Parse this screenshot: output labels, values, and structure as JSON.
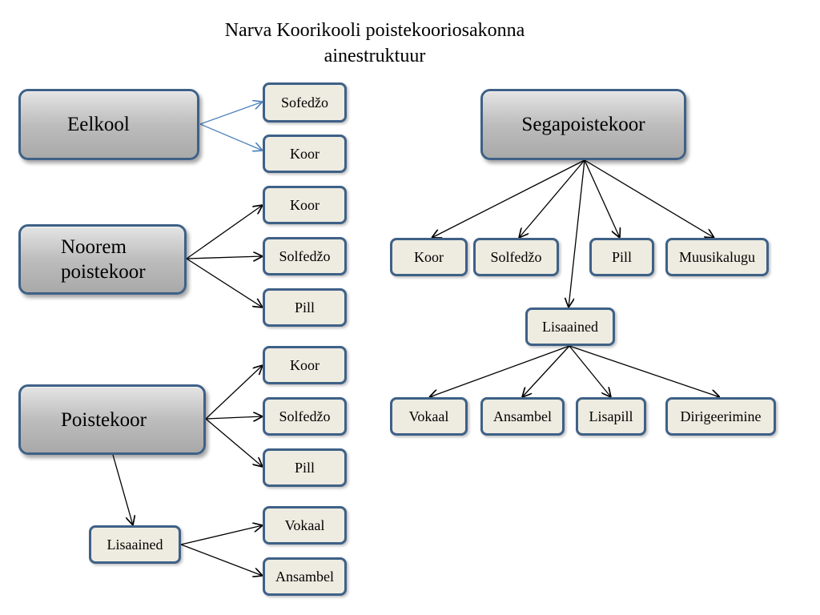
{
  "title": {
    "line1": "Narva Koorikooli poistekooriosakonna",
    "line2": "ainestruktuur"
  },
  "eelkool": {
    "label": "Eelkool",
    "children": [
      "Sofedžo",
      "Koor"
    ]
  },
  "noorem": {
    "label_line1": "Noorem",
    "label_line2": "poistekoor",
    "children": [
      "Koor",
      "Solfedžo",
      "Pill"
    ]
  },
  "poistekoor": {
    "label": "Poistekoor",
    "children": [
      "Koor",
      "Solfedžo",
      "Pill"
    ],
    "lisaained": {
      "label": "Lisaained",
      "children": [
        "Vokaal",
        "Ansambel"
      ]
    }
  },
  "segapoistekoor": {
    "label": "Segapoistekoor",
    "children": [
      "Koor",
      "Solfedžo",
      "Pill",
      "Muusikalugu"
    ],
    "lisaained": {
      "label": "Lisaained",
      "children": [
        "Vokaal",
        "Ansambel",
        "Lisapill",
        "Dirigeerimine"
      ]
    }
  },
  "colors": {
    "box_border": "#3e6187",
    "small_fill": "#eeebe0",
    "eelkool_arrow": "#4f81bd",
    "arrow": "#000000"
  }
}
